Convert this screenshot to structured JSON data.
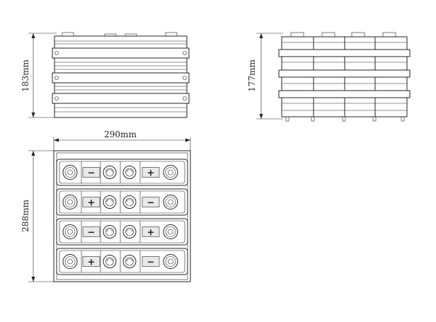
{
  "dimensions": {
    "front_height": "183mm",
    "side_height": "177mm",
    "top_width": "290mm",
    "top_depth": "288mm"
  },
  "top_view": {
    "rows": [
      {
        "left_sign": "−",
        "right_sign": "+"
      },
      {
        "left_sign": "+",
        "right_sign": "−"
      },
      {
        "left_sign": "−",
        "right_sign": "+"
      },
      {
        "left_sign": "+",
        "right_sign": "−"
      }
    ]
  }
}
